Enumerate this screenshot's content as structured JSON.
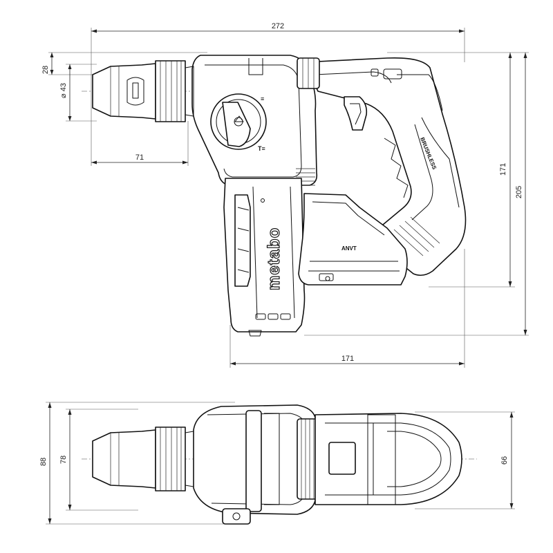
{
  "drawing": {
    "side_view": {
      "overall_length": "272",
      "chuck_height": "28",
      "chuck_diameter": "⌀ 43",
      "chuck_length": "71",
      "body_height": "171",
      "total_height": "205",
      "base_length": "171"
    },
    "top_view": {
      "width_total": "88",
      "width_body": "78",
      "width_handle": "66"
    },
    "labels": {
      "brand": "metabo",
      "brushless": "BRUSHLESS",
      "battery_system": "ANVT"
    }
  }
}
